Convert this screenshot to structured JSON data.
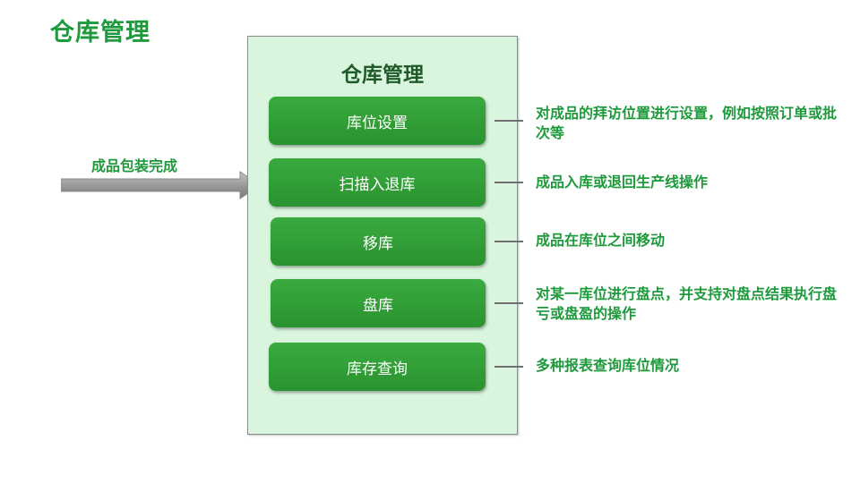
{
  "slide": {
    "title": "仓库管理"
  },
  "input": {
    "label": "成品包装完成"
  },
  "panel": {
    "title": "仓库管理",
    "modules": [
      {
        "label": "库位设置",
        "description": "对成品的拜访位置进行设置，例如按照订单或批次等"
      },
      {
        "label": "扫描入退库",
        "description": "成品入库或退回生产线操作"
      },
      {
        "label": "移库",
        "description": "成品在库位之间移动"
      },
      {
        "label": "盘库",
        "description": "对某一库位进行盘点，并支持对盘点结果执行盘亏或盘盈的操作"
      },
      {
        "label": "库存查询",
        "description": "多种报表查询库位情况"
      }
    ]
  },
  "colors": {
    "accent_green": "#1e9a3c",
    "button_green": "#2f9e35",
    "panel_fill": "#d9f5dd",
    "arrow_gray": "#9a9a9a"
  }
}
